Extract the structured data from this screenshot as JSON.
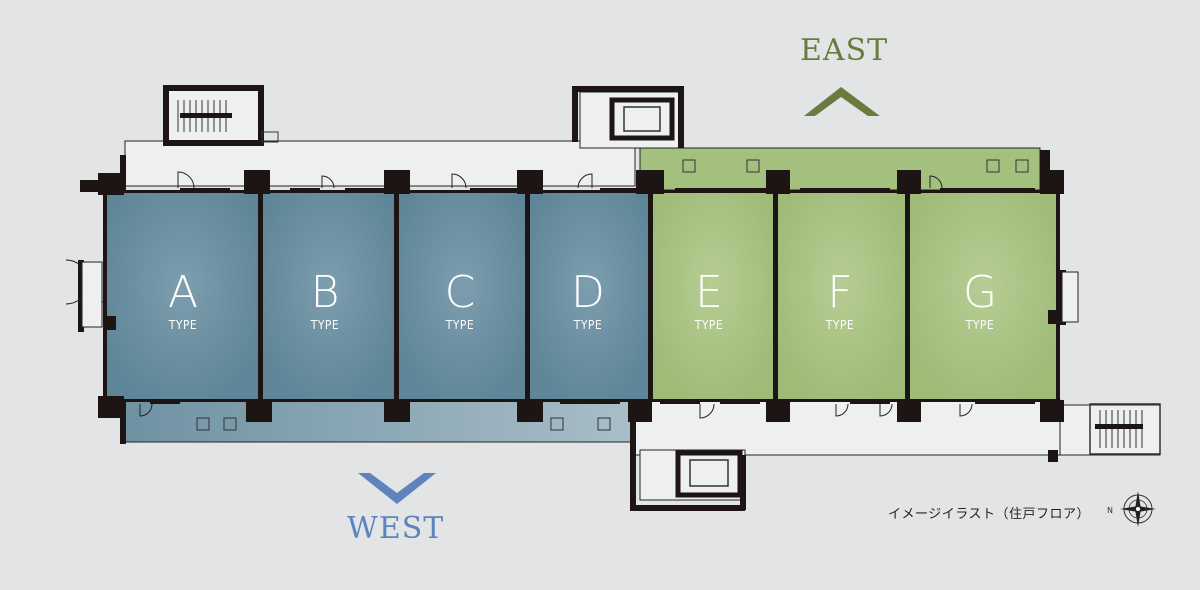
{
  "compass": {
    "east_label": "EAST",
    "west_label": "WEST",
    "east_color": "#6b7a3e",
    "west_color": "#5f83bd"
  },
  "units": [
    {
      "letter": "A",
      "type_label": "TYPE",
      "color": "#62889a"
    },
    {
      "letter": "B",
      "type_label": "TYPE",
      "color": "#62889a"
    },
    {
      "letter": "C",
      "type_label": "TYPE",
      "color": "#62889a"
    },
    {
      "letter": "D",
      "type_label": "TYPE",
      "color": "#62889a"
    },
    {
      "letter": "E",
      "type_label": "TYPE",
      "color": "#a4c07f"
    },
    {
      "letter": "F",
      "type_label": "TYPE",
      "color": "#a4c07f"
    },
    {
      "letter": "G",
      "type_label": "TYPE",
      "color": "#a4c07f"
    }
  ],
  "caption": "イメージイラスト（住戸フロア）",
  "north_arrow": {
    "letter": "N",
    "icon": "compass-rose-icon"
  }
}
